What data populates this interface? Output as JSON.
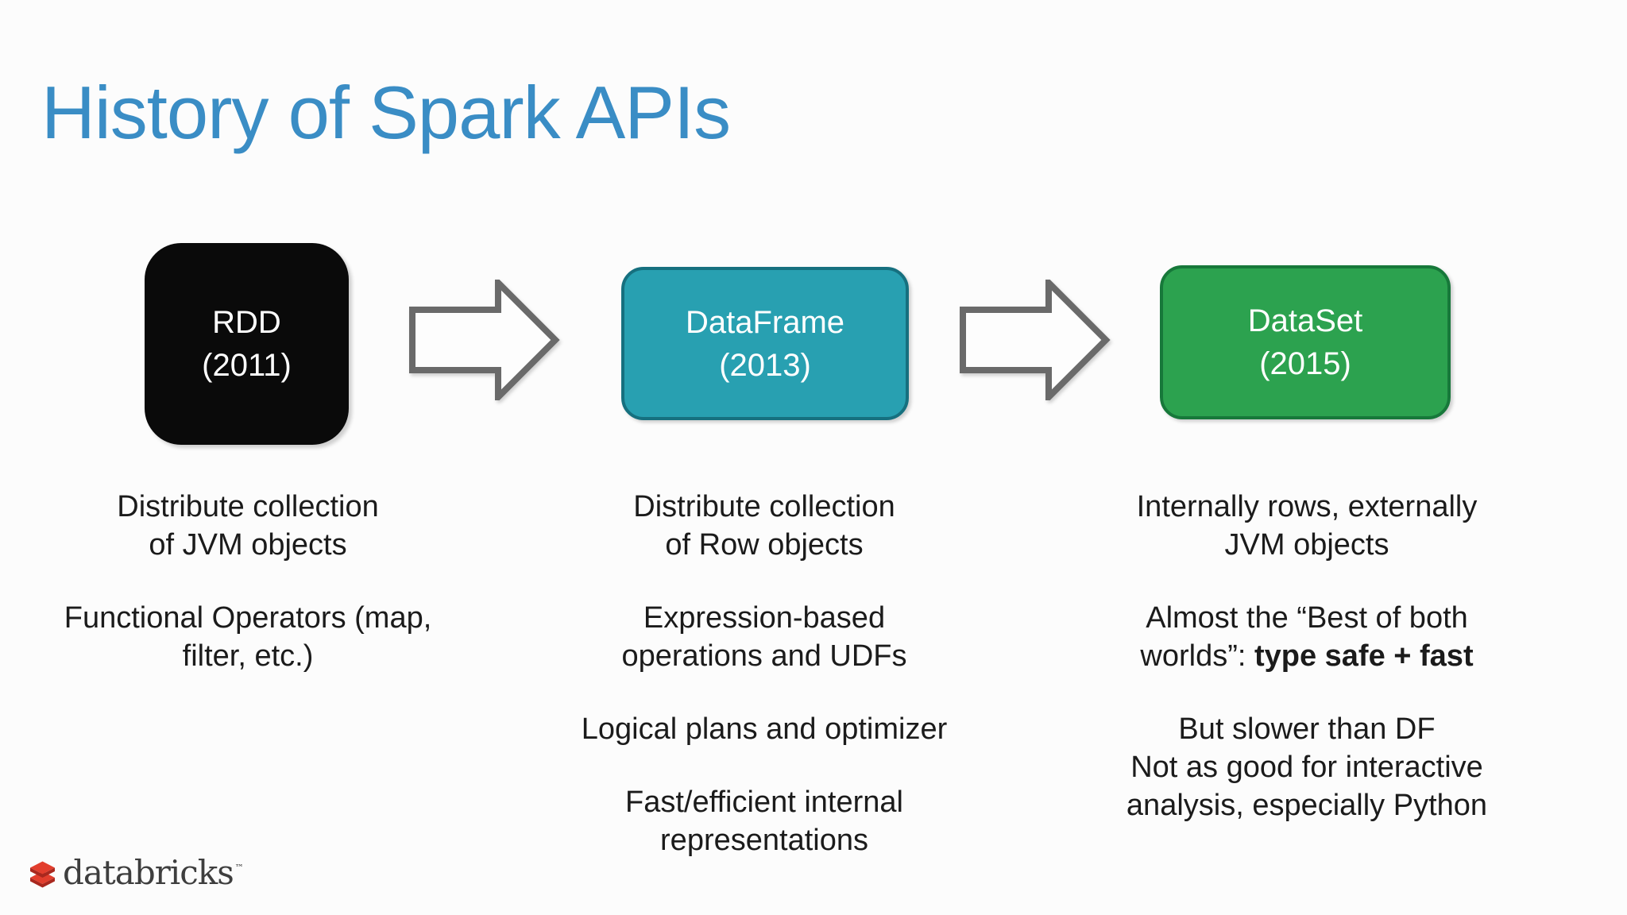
{
  "slide": {
    "title": "History of Spark APIs",
    "background": "#fcfcfc",
    "colors": {
      "title_blue": "#3a8dc5",
      "body_text": "#1b1b1b",
      "rdd_black": "#0a0a0a",
      "dataframe_teal": "#28a0b1",
      "dataframe_border": "#16707f",
      "dataset_green": "#2ca24f",
      "dataset_border": "#17783a",
      "arrow_gray": "#6a6a6a",
      "logo_red": "#e23e2d",
      "logo_red_dark": "#a9281e",
      "logo_text_gray": "#3e3e3e"
    }
  },
  "timeline": {
    "boxes": [
      {
        "name": "RDD",
        "year": "(2011)"
      },
      {
        "name": "DataFrame",
        "year": "(2013)"
      },
      {
        "name": "DataSet",
        "year": "(2015)"
      }
    ]
  },
  "columns": [
    {
      "paragraphs": [
        [
          {
            "text": "Distribute collection\nof JVM objects"
          }
        ],
        [
          {
            "text": "Functional Operators (map,\nfilter, etc.)"
          }
        ]
      ]
    },
    {
      "paragraphs": [
        [
          {
            "text": "Distribute collection\nof Row objects"
          }
        ],
        [
          {
            "text": "Expression-based\noperations and UDFs"
          }
        ],
        [
          {
            "text": "Logical plans and optimizer"
          }
        ],
        [
          {
            "text": "Fast/efficient internal\nrepresentations"
          }
        ]
      ]
    },
    {
      "paragraphs": [
        [
          {
            "text": "Internally rows, externally\nJVM objects"
          }
        ],
        [
          {
            "text": "Almost the “Best of both\nworlds”: "
          },
          {
            "text": "type safe + fast",
            "bold": true
          }
        ],
        [
          {
            "text": "But slower than DF\nNot as good for interactive\nanalysis, especially Python"
          }
        ]
      ]
    }
  ],
  "logo": {
    "text": "databricks",
    "tm": "™"
  }
}
